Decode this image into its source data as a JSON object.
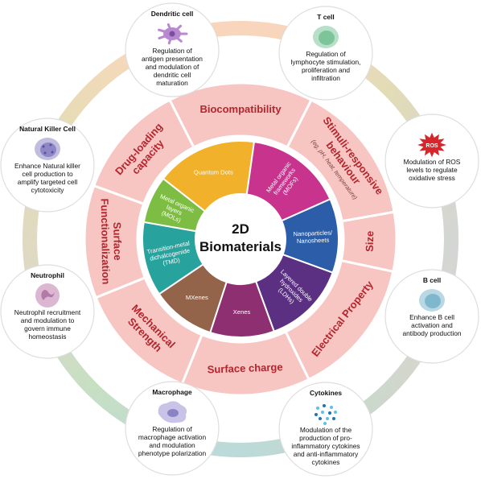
{
  "center": {
    "line1": "2D",
    "line2": "Biomaterials"
  },
  "inner_segments": [
    {
      "id": "qd",
      "lines": [
        "Quantum Dots"
      ],
      "color": "#f1b12b",
      "a1": 218,
      "a2": 278
    },
    {
      "id": "mof",
      "lines": [
        "Metal organic",
        "frameworks",
        "(MOFs)"
      ],
      "color": "#c8338e",
      "a1": 278,
      "a2": 336
    },
    {
      "id": "nano",
      "lines": [
        "Nanoparticles/",
        "Nanosheets"
      ],
      "color": "#2c5da8",
      "a1": 336,
      "a2": 20
    },
    {
      "id": "ldh",
      "lines": [
        "Layered double",
        "hydroxides",
        "(LDHs)"
      ],
      "color": "#5b2f82",
      "a1": 20,
      "a2": 70
    },
    {
      "id": "xenes",
      "lines": [
        "Xenes"
      ],
      "color": "#8e2f72",
      "a1": 70,
      "a2": 108
    },
    {
      "id": "mxenes",
      "lines": [
        "MXenes"
      ],
      "color": "#93644a",
      "a1": 108,
      "a2": 146
    },
    {
      "id": "tmd",
      "lines": [
        "Transition-metal",
        "dichalcogenide",
        "(TMD)"
      ],
      "color": "#28a29c",
      "a1": 146,
      "a2": 190
    },
    {
      "id": "mol",
      "lines": [
        "Metal organic",
        "layers",
        "(MOLs)"
      ],
      "color": "#7ebd44",
      "a1": 190,
      "a2": 218
    }
  ],
  "properties": [
    {
      "id": "biocomp",
      "label": "Biocompatibility",
      "sub": "",
      "a1": 243,
      "a2": 297
    },
    {
      "id": "stimuli",
      "label": "Stimuli-responsive behaviour",
      "sub": "(eg, pH, heat, temperature)",
      "a1": 297,
      "a2": 350
    },
    {
      "id": "size",
      "label": "Size",
      "sub": "",
      "a1": 350,
      "a2": 12
    },
    {
      "id": "electrical",
      "label": "Electrical Property",
      "sub": "",
      "a1": 12,
      "a2": 64
    },
    {
      "id": "charge",
      "label": "Surface charge",
      "sub": "",
      "a1": 64,
      "a2": 112
    },
    {
      "id": "mechanical",
      "label": "Mechanical Strength",
      "sub": "",
      "a1": 112,
      "a2": 158
    },
    {
      "id": "surface_func",
      "label": "Surface Functionalization",
      "sub": "",
      "a1": 158,
      "a2": 200
    },
    {
      "id": "drug",
      "label": "Drug-loading capacity",
      "sub": "",
      "a1": 200,
      "a2": 243
    }
  ],
  "immune_cells": [
    {
      "id": "dendritic",
      "title": "Dendritic cell",
      "desc": [
        "Regulation of",
        "antigen presentation",
        "and modulation of",
        "dendritic cell",
        "maturation"
      ],
      "icon": "dendritic-cell-icon",
      "color": "#b889d2"
    },
    {
      "id": "tcell",
      "title": "T cell",
      "desc": [
        "Regulation of",
        "lymphocyte stimulation,",
        "proliferation and",
        "infiltration"
      ],
      "icon": "t-cell-icon",
      "color": "#7dc49a"
    },
    {
      "id": "ros",
      "title": "ROS",
      "desc": [
        "Modulation of ROS",
        "levels to regulate",
        "oxidative stress"
      ],
      "icon": "ros-burst-icon",
      "color": "#d6262c"
    },
    {
      "id": "bcell",
      "title": "B cell",
      "desc": [
        "Enhance B cell",
        "activation and",
        "antibody production"
      ],
      "icon": "b-cell-icon",
      "color": "#7fb8cc"
    },
    {
      "id": "cytokines",
      "title": "Cytokines",
      "desc": [
        "Modulation of the",
        "production of pro-",
        "inflammatory cytokines",
        "and anti-inflammatory",
        "cytokines"
      ],
      "icon": "cytokines-icon",
      "color": "#3d9fd2"
    },
    {
      "id": "macrophage",
      "title": "Macrophage",
      "desc": [
        "Regulation of",
        "macrophage activation",
        "and modulation",
        "phenotype polarization"
      ],
      "icon": "macrophage-icon",
      "color": "#8a84c4"
    },
    {
      "id": "neutrophil",
      "title": "Neutrophil",
      "desc": [
        "Neutrophil recruitment",
        "and modulation to",
        "govern immune",
        "homeostasis"
      ],
      "icon": "neutrophil-icon",
      "color": "#b37aa8"
    },
    {
      "id": "nk",
      "title": "Natural Killer Cell",
      "desc": [
        "Enhance Natural killer",
        "cell production to",
        "amplify targeted cell",
        "cytotoxicity"
      ],
      "icon": "nk-cell-icon",
      "color": "#8e87c5"
    }
  ]
}
